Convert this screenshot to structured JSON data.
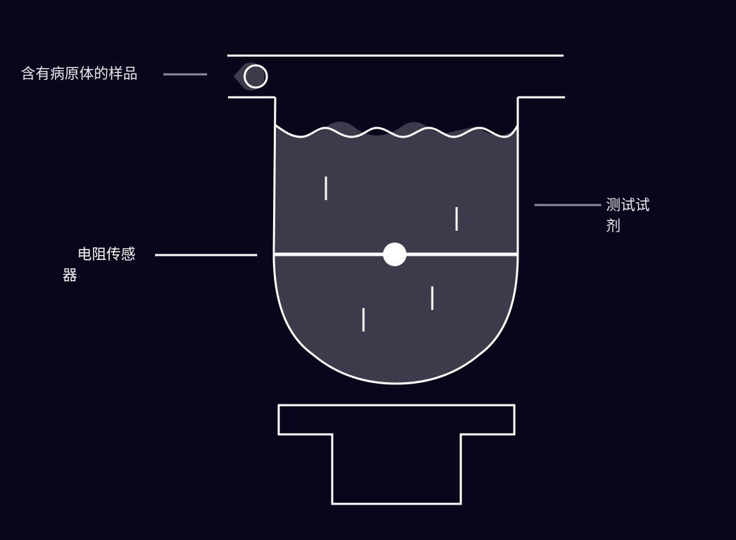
{
  "labels": {
    "sample": "含有病原体的样品",
    "reagent": "测试试剂",
    "sensor": "电阻传感器"
  },
  "colors": {
    "background": "#07061a",
    "stroke": "#ffffff",
    "liquid_fill": "#3c3b4b",
    "leader_line_muted": "#8a8a99"
  },
  "icons": {
    "sample_drop": "sample-drop-icon",
    "sensor_node": "sensor-node-icon"
  }
}
